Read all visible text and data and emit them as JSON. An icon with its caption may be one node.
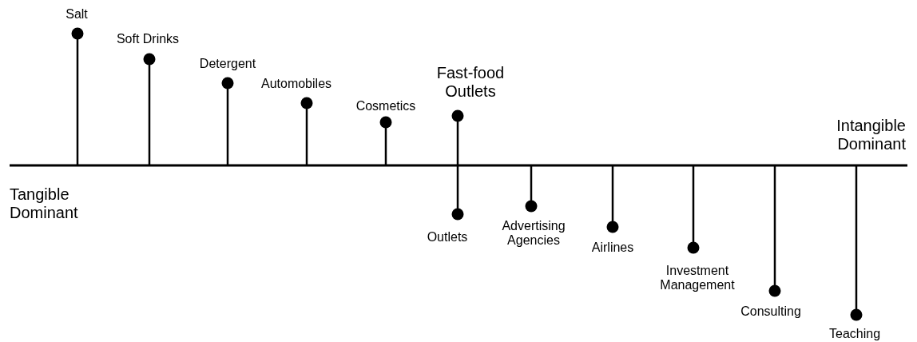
{
  "diagram": {
    "labels": [
      "Salt",
      "Soft Drinks",
      "Detergent",
      "Automobiles",
      "Fast-food Outlets",
      "Cosmetics",
      "Intangible Dominant",
      "Tangible Dominant",
      "Outlets",
      "Advertising Agencies",
      "Airlines",
      "Investment Management",
      "Consulting",
      "Teaching"
    ]
  }
}
